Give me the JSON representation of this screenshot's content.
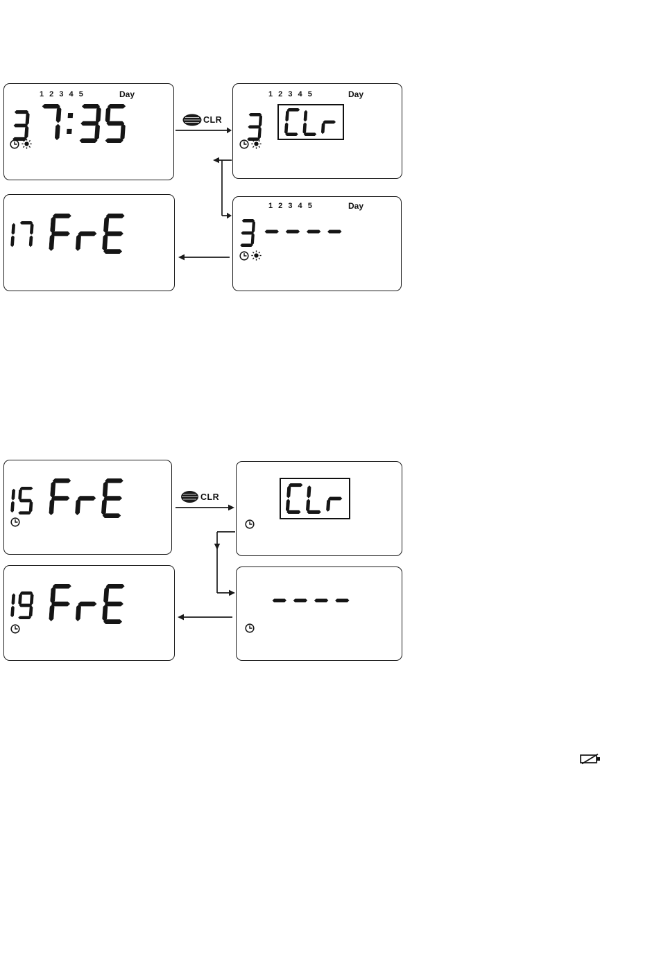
{
  "colors": {
    "ink": "#1a1a1a",
    "paper": "#ffffff"
  },
  "day_scale": {
    "ticks": "1 2 3 4 5",
    "label": "Day"
  },
  "clr_button": {
    "label": "CLR"
  },
  "icons": {
    "clock": "clock-face-outline",
    "sun": "sun-with-rays",
    "battery_low": "battery-with-slash"
  },
  "flow1": {
    "p_time": {
      "day": "3",
      "display": "7:35"
    },
    "p_clear": {
      "day": "3",
      "display": "CLr"
    },
    "p_blank": {
      "day": "3",
      "display": "----"
    },
    "p_free": {
      "count": "17",
      "display": "FrE"
    }
  },
  "flow2": {
    "p_free_before": {
      "count": "15",
      "display": "FrE"
    },
    "p_clear": {
      "display": "CLr"
    },
    "p_blank": {
      "display": "----"
    },
    "p_free_after": {
      "count": "19",
      "display": "FrE"
    }
  }
}
